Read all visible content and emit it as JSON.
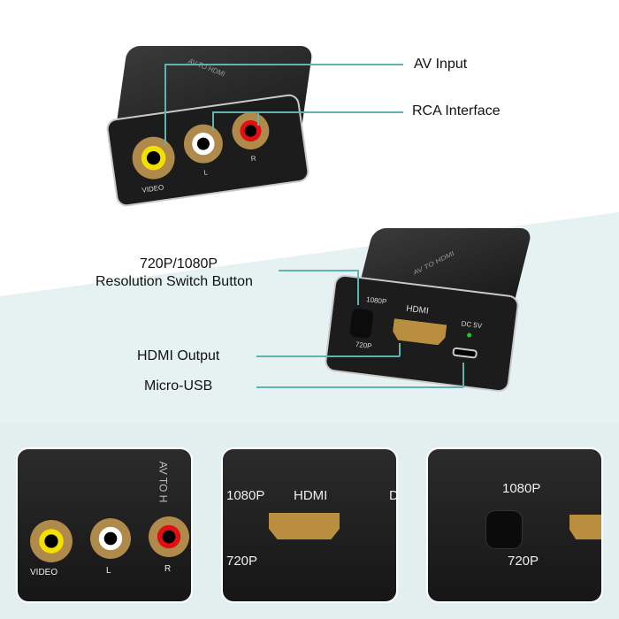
{
  "callouts": {
    "av_input": "AV Input",
    "rca_interface": "RCA Interface",
    "resolution_line1": "720P/1080P",
    "resolution_line2": "Resolution Switch Button",
    "hdmi_output": "HDMI Output",
    "micro_usb": "Micro-USB"
  },
  "device_top": {
    "brand_text": "AV TO HDMI",
    "ports": [
      "VIDEO",
      "L",
      "R"
    ],
    "port_colors": [
      "#f2e000",
      "#ffffff",
      "#e01010"
    ]
  },
  "device_bottom": {
    "brand_text": "AV TO HDMI",
    "label_1080": "1080P",
    "label_720": "720P",
    "label_hdmi": "HDMI",
    "label_dc": "DC 5V"
  },
  "panels": {
    "panel1": {
      "brand": "AV TO H",
      "video": "VIDEO",
      "l": "L",
      "r": "R"
    },
    "panel2": {
      "p1080": "1080P",
      "hdmi": "HDMI",
      "p720": "720P",
      "d": "D"
    },
    "panel3": {
      "p1080": "1080P",
      "p720": "720P"
    }
  },
  "colors": {
    "accent_line": "#5fb3b0",
    "background_teal": "#e3efef"
  }
}
